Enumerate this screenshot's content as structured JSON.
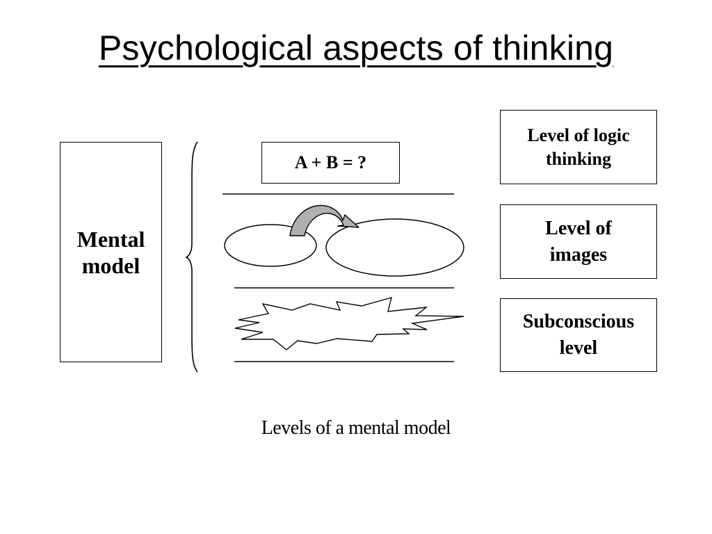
{
  "title": "Psychological aspects of thinking",
  "mental_model": {
    "line1": "Mental",
    "line2": "model"
  },
  "equation": "A + B = ?",
  "levels": [
    {
      "line1": "Level of logic",
      "line2": "thinking"
    },
    {
      "line1": "Level of",
      "line2": "images"
    },
    {
      "line1": "Subconscious",
      "line2": "level"
    }
  ],
  "caption": "Levels of a mental model"
}
